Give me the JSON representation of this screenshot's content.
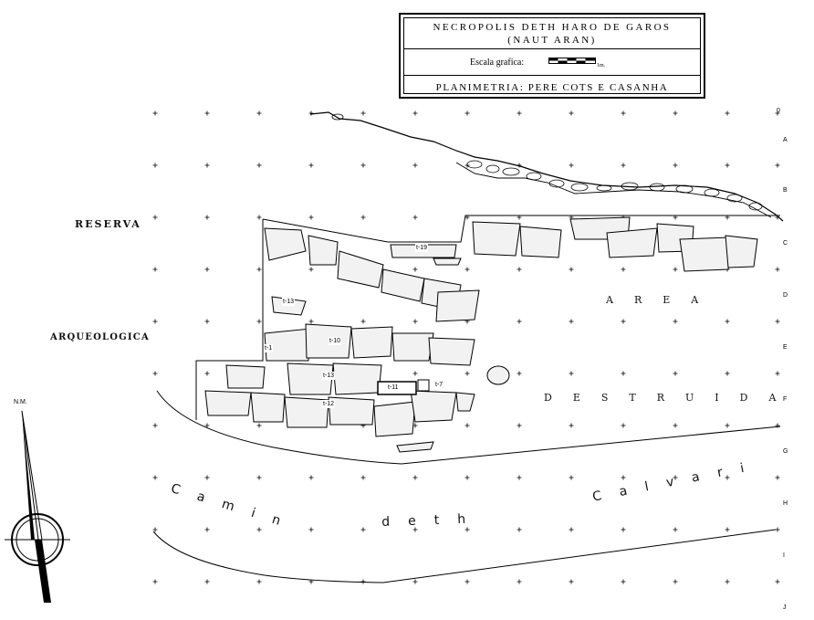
{
  "title_block": {
    "line1": "NECROPOLIS DETH HARO DE GAROS",
    "line2": "(NAUT ARAN)",
    "scale_label": "Escala grafica:",
    "scale_unit": "1m.",
    "credit": "PLANIMETRIA: PERE COTS E CASANHA"
  },
  "labels": {
    "reserva": "RESERVA",
    "arqueologica": "ARQUEOLOGICA",
    "area": "AREA",
    "destruida": "DESTRUIDA",
    "camin": "Camin",
    "deth": "deth",
    "calvari": "Calvari"
  },
  "tombs": [
    {
      "id": "t19",
      "text": "t-19"
    },
    {
      "id": "t13a",
      "text": "t-13"
    },
    {
      "id": "t10",
      "text": "t-10"
    },
    {
      "id": "t13b",
      "text": "t-13"
    },
    {
      "id": "t11",
      "text": "t-11"
    },
    {
      "id": "t7",
      "text": "t-7"
    },
    {
      "id": "t12",
      "text": "t-12"
    },
    {
      "id": "t1",
      "text": "t-1"
    }
  ],
  "grid_rows": [
    "0",
    "A",
    "B",
    "C",
    "D",
    "E",
    "F",
    "G",
    "H",
    "I",
    "J"
  ],
  "north": "N.M.",
  "colors": {
    "ink": "#000000",
    "paper": "#ffffff"
  }
}
